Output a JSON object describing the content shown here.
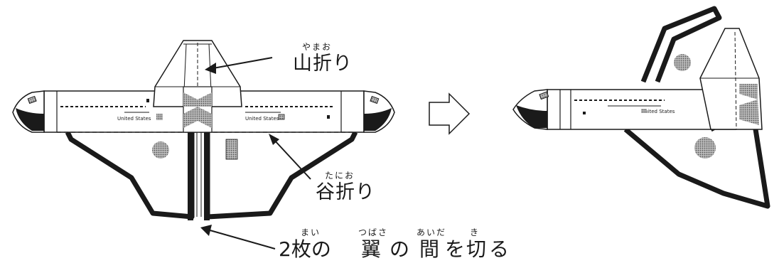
{
  "labels": {
    "mountain_fold": {
      "text": "山折り",
      "ruby": "やまお"
    },
    "valley_fold": {
      "text": "谷折り",
      "ruby": "たにお"
    },
    "cut": {
      "part1": "2枚の",
      "part2": "翼",
      "ruby2": "つばさ",
      "part3": "の",
      "part4": "間",
      "ruby4": "あいだ",
      "part5": "を",
      "part6": "切",
      "ruby6": "き",
      "part7": "る",
      "ruby1": "まい"
    }
  },
  "decor": {
    "left_wing_text": "United States",
    "right_wing_text": "United States",
    "shuttle_text": "United States"
  },
  "icons": [
    "right-arrow-icon"
  ],
  "colors": {
    "stroke": "#1a1a1a",
    "fill_dark": "#222222",
    "dot_gray": "#8a8a8a",
    "fill_light": "#ffffff"
  }
}
